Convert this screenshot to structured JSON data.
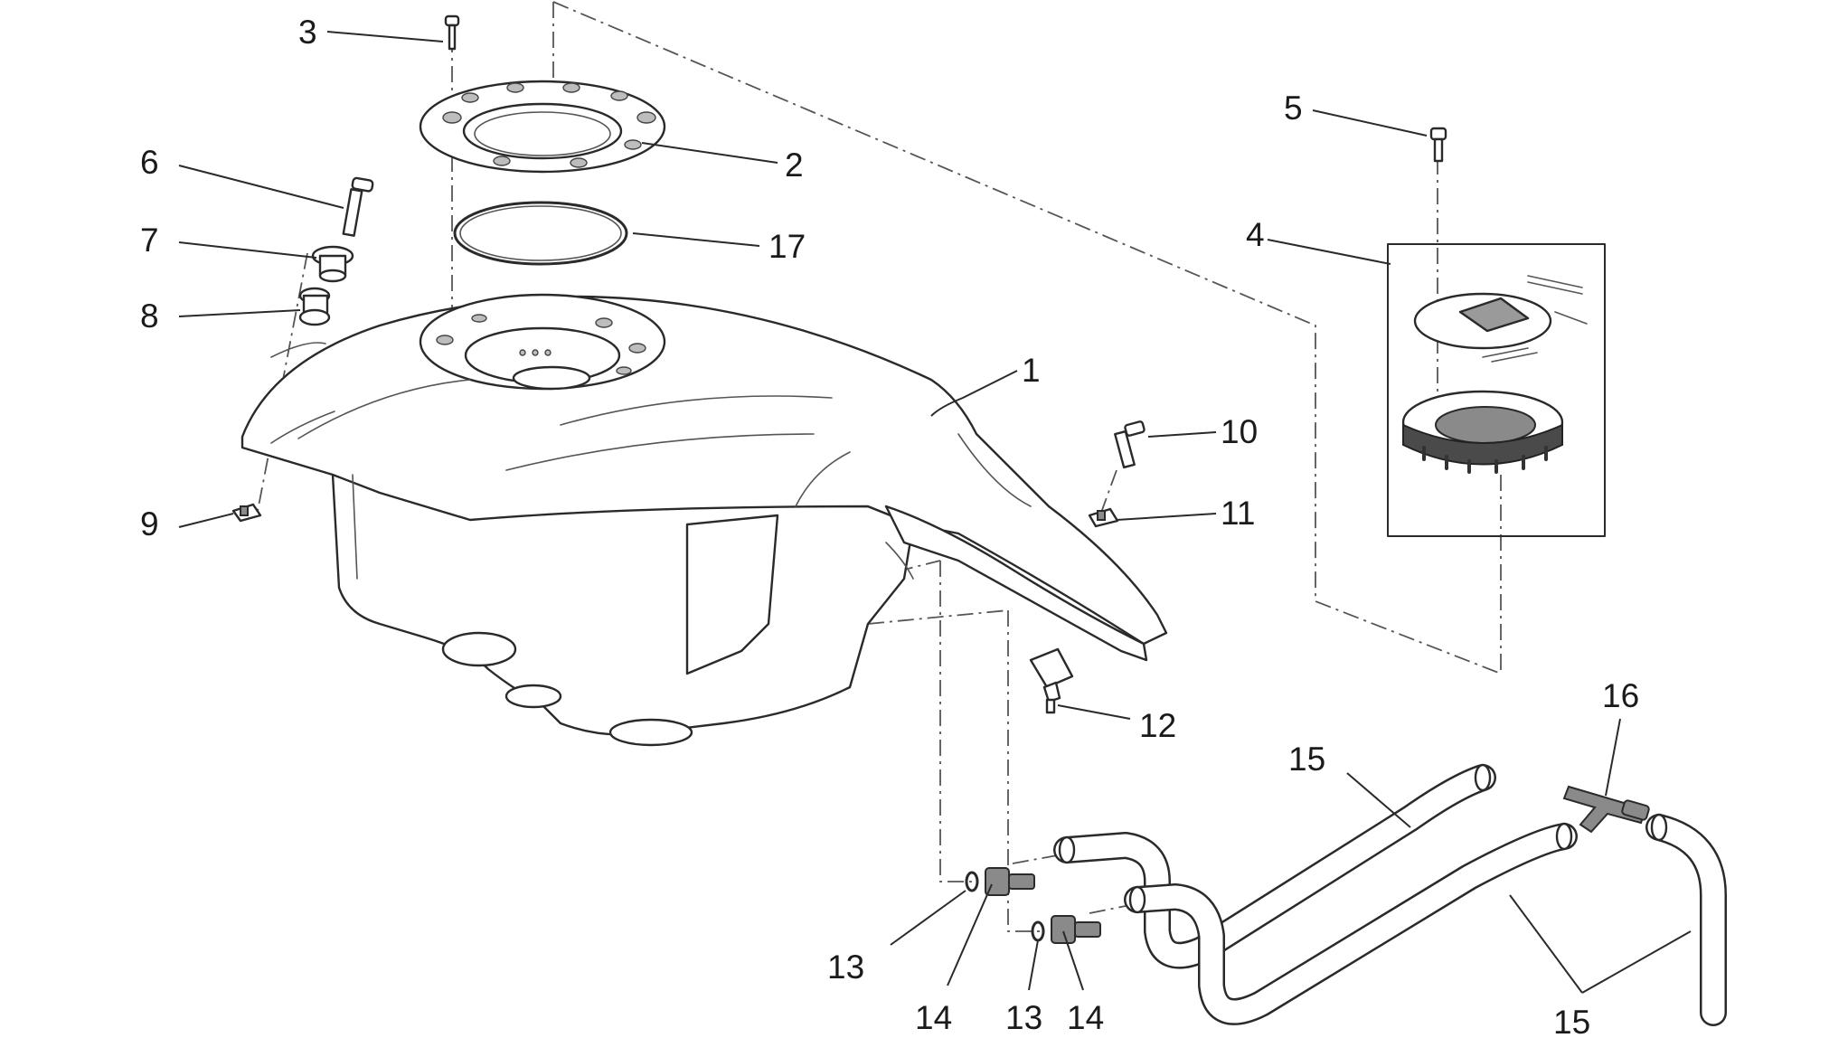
{
  "diagram": {
    "callouts": [
      {
        "id": "c1",
        "text": "1"
      },
      {
        "id": "c2",
        "text": "2"
      },
      {
        "id": "c3",
        "text": "3"
      },
      {
        "id": "c4",
        "text": "4"
      },
      {
        "id": "c5",
        "text": "5"
      },
      {
        "id": "c6",
        "text": "6"
      },
      {
        "id": "c7",
        "text": "7"
      },
      {
        "id": "c8",
        "text": "8"
      },
      {
        "id": "c9",
        "text": "9"
      },
      {
        "id": "c10",
        "text": "10"
      },
      {
        "id": "c11",
        "text": "11"
      },
      {
        "id": "c12",
        "text": "12"
      },
      {
        "id": "c13a",
        "text": "13"
      },
      {
        "id": "c13b",
        "text": "13"
      },
      {
        "id": "c14a",
        "text": "14"
      },
      {
        "id": "c14b",
        "text": "14"
      },
      {
        "id": "c15a",
        "text": "15"
      },
      {
        "id": "c15b",
        "text": "15"
      },
      {
        "id": "c16",
        "text": "16"
      },
      {
        "id": "c17",
        "text": "17"
      }
    ]
  }
}
